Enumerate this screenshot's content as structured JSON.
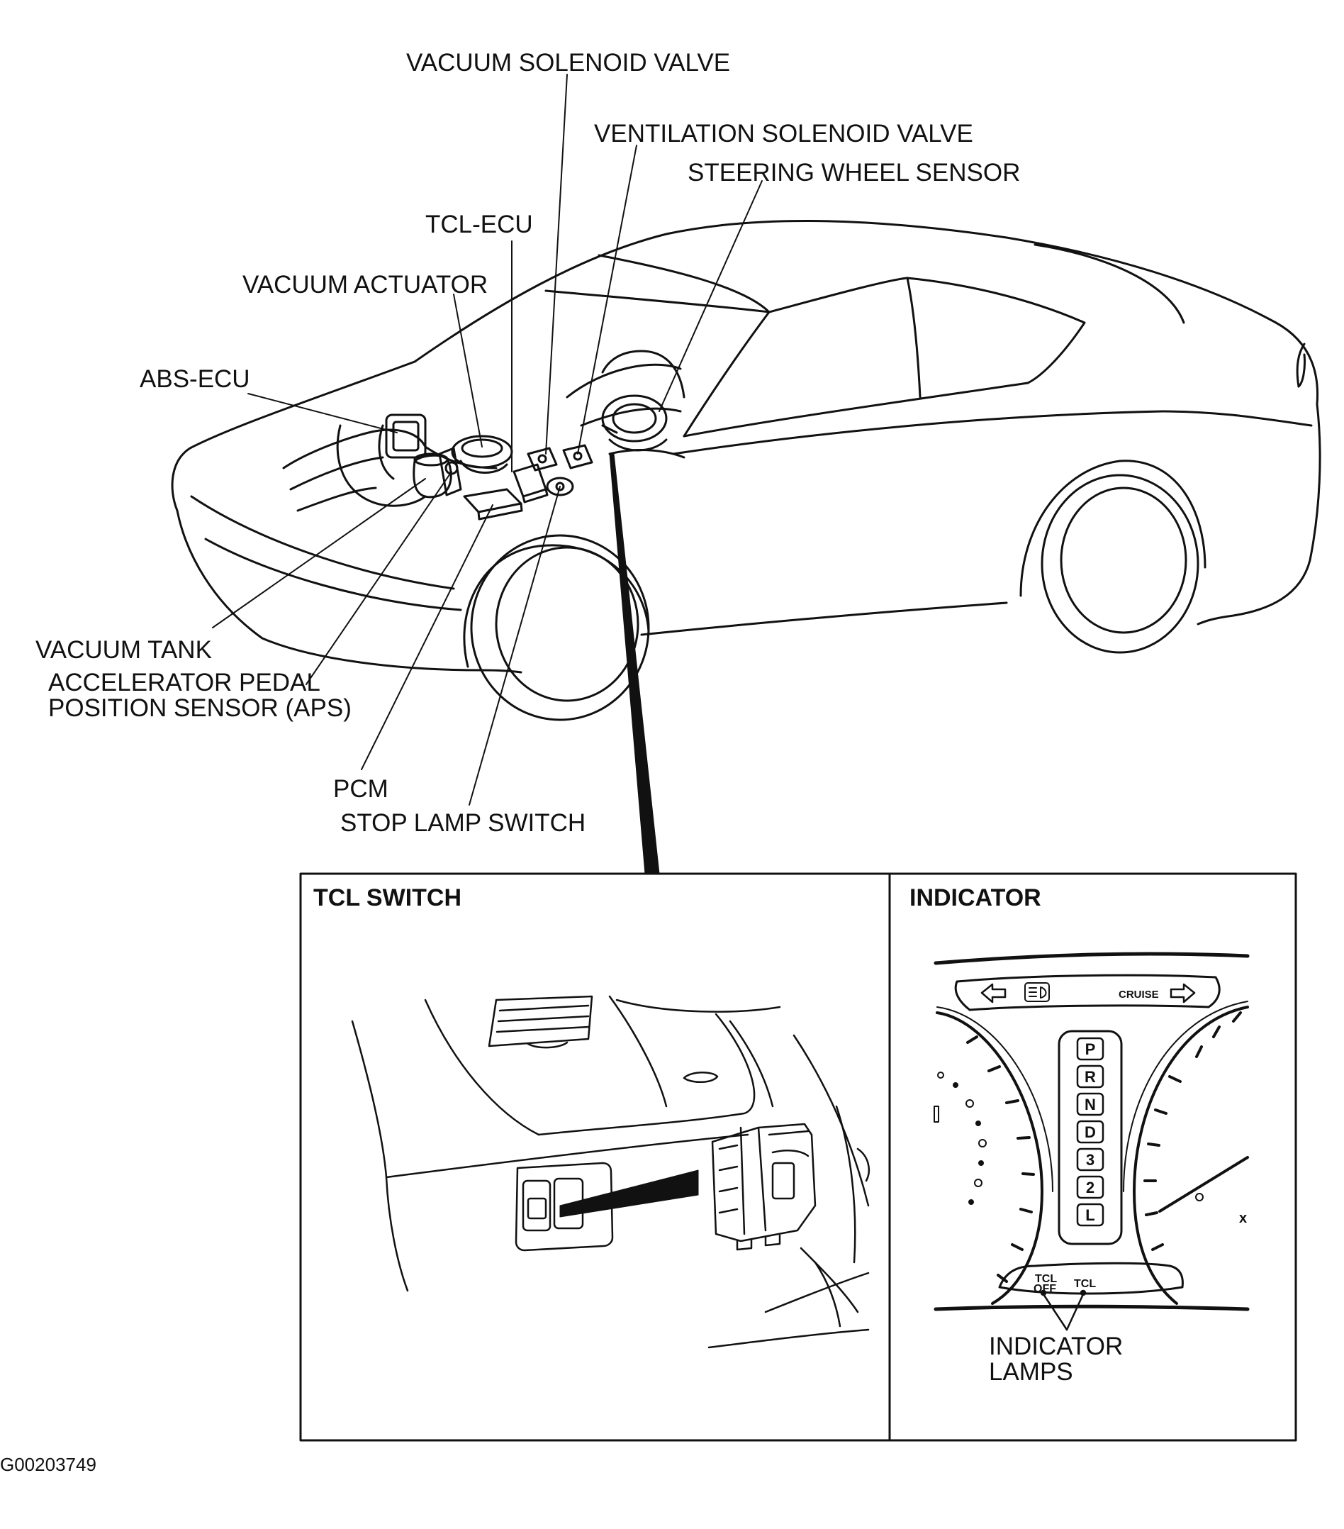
{
  "callouts": {
    "vacuum_solenoid_valve": "VACUUM SOLENOID VALVE",
    "ventilation_solenoid_valve": "VENTILATION SOLENOID VALVE",
    "steering_wheel_sensor": "STEERING WHEEL SENSOR",
    "tcl_ecu": "TCL-ECU",
    "vacuum_actuator": "VACUUM ACTUATOR",
    "abs_ecu": "ABS-ECU",
    "vacuum_tank": "VACUUM TANK",
    "aps_line1": "ACCELERATOR PEDAL",
    "aps_line2": "POSITION SENSOR (APS)",
    "pcm": "PCM",
    "stop_lamp_switch": "STOP LAMP SWITCH"
  },
  "detail": {
    "tcl_switch_title": "TCL SWITCH",
    "indicator_title": "INDICATOR",
    "indicator_lamps_line1": "INDICATOR",
    "indicator_lamps_line2": "LAMPS",
    "cluster": {
      "cruise": "CRUISE",
      "gears": [
        "P",
        "R",
        "N",
        "D",
        "3",
        "2",
        "L"
      ],
      "tcl_off_line1": "TCL",
      "tcl_off_line2": "OFF",
      "tcl": "TCL",
      "x_mark": "x"
    }
  },
  "figure_code": "G00203749"
}
